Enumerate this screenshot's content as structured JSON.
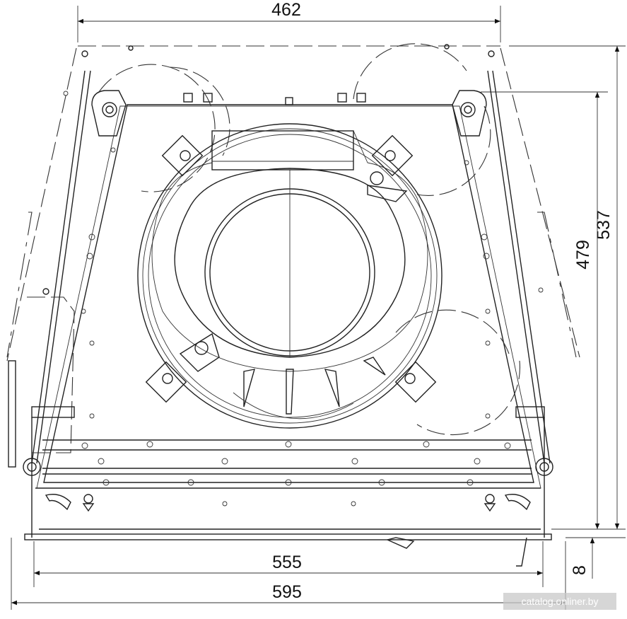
{
  "dimensions": {
    "top_width": "462",
    "height_outer": "537",
    "height_inner": "479",
    "base_width": "555",
    "overall_width": "595",
    "base_thickness": "8"
  },
  "watermark": "catalog.onliner.by"
}
